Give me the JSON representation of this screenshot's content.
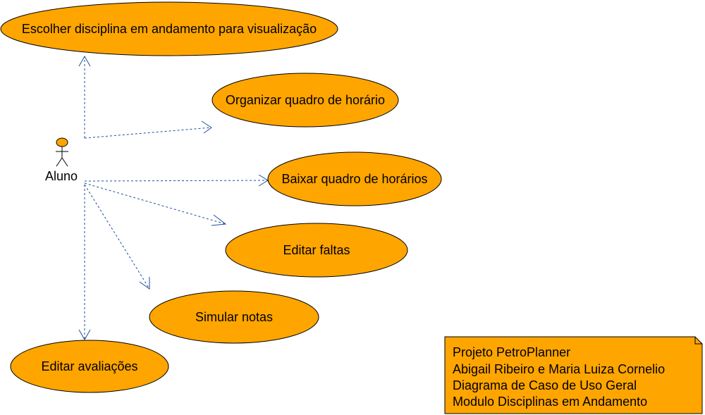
{
  "colors": {
    "use_case_fill": "#FFA500",
    "outline": "#000000",
    "connector": "#1F4E9C",
    "actor_head": "#FFA500"
  },
  "actor": {
    "name": "Aluno",
    "icon": "stick-figure-icon"
  },
  "use_cases": [
    {
      "id": "escolher",
      "label": "Escolher disciplina em andamento para visualização"
    },
    {
      "id": "organizar",
      "label": "Organizar quadro de horário"
    },
    {
      "id": "baixar",
      "label": "Baixar quadro de horários"
    },
    {
      "id": "faltas",
      "label": "Editar faltas"
    },
    {
      "id": "notas",
      "label": "Simular notas"
    },
    {
      "id": "avaliacoes",
      "label": "Editar avaliações"
    }
  ],
  "note": {
    "lines": [
      "Projeto PetroPlanner",
      "Abigail Ribeiro e Maria Luiza Cornelio",
      "Diagrama de Caso de Uso Geral",
      "Modulo Disciplinas em Andamento"
    ]
  }
}
